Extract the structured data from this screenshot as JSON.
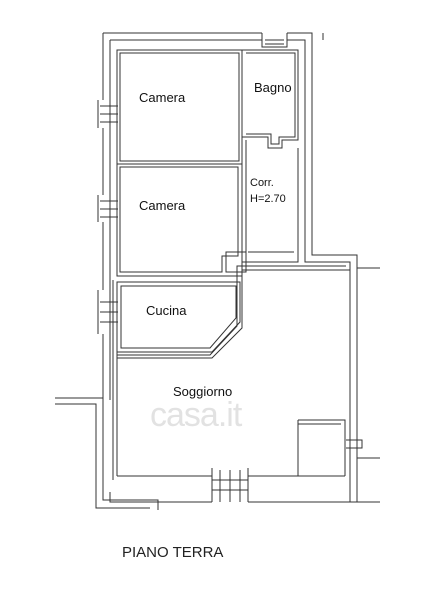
{
  "rooms": {
    "camera_top": "Camera",
    "bagno": "Bagno",
    "corridoio": "Corr.",
    "corridoio_height": "H=2.70",
    "camera_mid": "Camera",
    "cucina": "Cucina",
    "soggiorno": "Soggiorno"
  },
  "watermark": "casa.it",
  "floor_label": "PIANO TERRA"
}
